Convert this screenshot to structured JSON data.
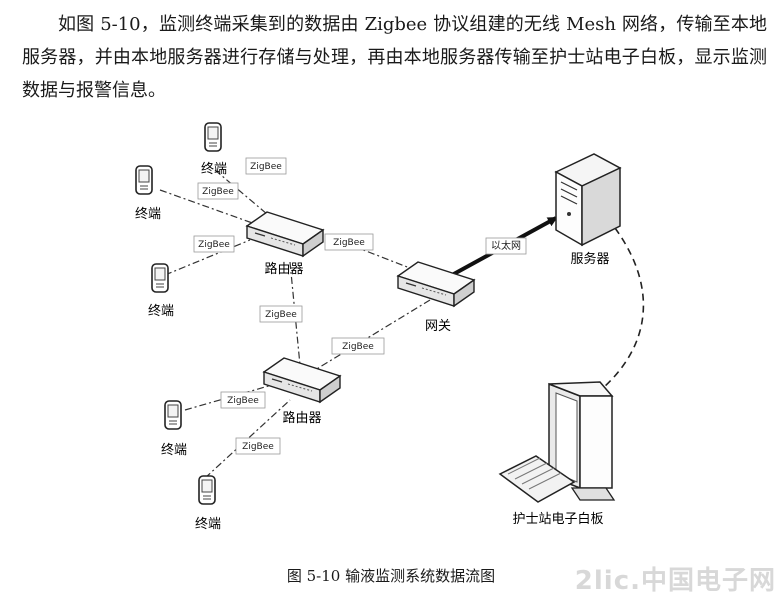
{
  "paragraph": "如图 5-10，监测终端采集到的数据由 Zigbee 协议组建的无线 Mesh 网络，传输至本地服务器，并由本地服务器进行存储与处理，再由本地服务器传输至护士站电子白板，显示监测数据与报警信息。",
  "diagram": {
    "terminal_label": "终端",
    "router_label": "路由器",
    "gateway_label": "网关",
    "server_label": "服务器",
    "whiteboard_label": "护士站电子白板",
    "link_zigbee": "ZigBee",
    "link_ethernet": "以太网"
  },
  "caption": "图 5-10  输液监测系统数据流图",
  "watermark": "2lic.中国电子网"
}
